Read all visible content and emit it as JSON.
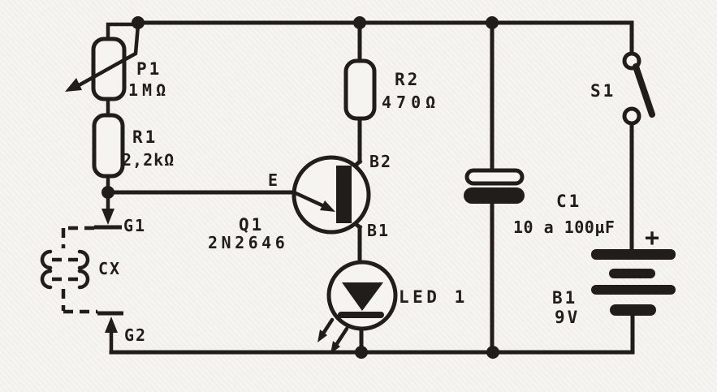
{
  "colors": {
    "ink": "#201d1a",
    "paper": "#f5f4f0"
  },
  "schematic": {
    "kind": "electronic-circuit-schematic",
    "components": {
      "p1": {
        "label": "P1",
        "value": "1MΩ"
      },
      "r1": {
        "label": "R1",
        "value": "2,2kΩ"
      },
      "r2": {
        "label": "R2",
        "value": "470Ω"
      },
      "q1": {
        "label": "Q1",
        "part": "2N2646",
        "pin_e": "E",
        "pin_b2": "B2",
        "pin_b1": "B1"
      },
      "led1": {
        "label": "LED 1"
      },
      "c1": {
        "label": "C1",
        "value": "10 a 100µF"
      },
      "s1": {
        "label": "S1"
      },
      "b1": {
        "label": "B1",
        "value": "9V",
        "polarity": "+"
      },
      "cx": {
        "label": "CX"
      },
      "terminals": {
        "g1": "G1",
        "g2": "G2"
      }
    }
  }
}
